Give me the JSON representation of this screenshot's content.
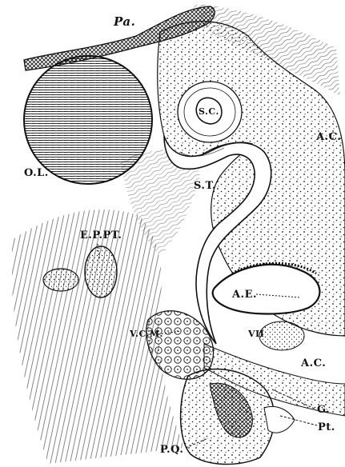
{
  "figure": {
    "labels": {
      "pa": "Pa.",
      "sc": "S.C.",
      "ac_upper": "A.C.",
      "ol": "O.L.",
      "st": "S.T.",
      "eppt": "E.P.PT.",
      "vcm": "V.C.M.",
      "ae": "A.E.",
      "vii": "VII",
      "ac_lower": "A.C.",
      "g": "G.",
      "pt": "Pt.",
      "pq": "P.Q."
    },
    "colors": {
      "ink": "#111111",
      "paper": "#ffffff"
    }
  }
}
